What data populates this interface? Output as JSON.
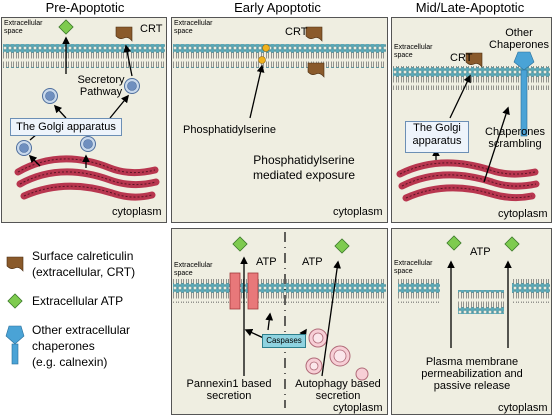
{
  "titles": {
    "pre": "Pre-Apoptotic",
    "early": "Early Apoptotic",
    "mid": "Mid/Late-Apoptotic"
  },
  "panel_pre": {
    "extracellular": [
      "Extracellular",
      "space"
    ],
    "crt": "CRT",
    "secretory": [
      "Secretory",
      "Pathway"
    ],
    "golgi": "The Golgi apparatus",
    "cytoplasm": "cytoplasm"
  },
  "panel_early": {
    "extracellular": [
      "Extracellular",
      "space"
    ],
    "crt": "CRT",
    "ps": "Phosphatidylserine",
    "ps_exposure": [
      "Phosphatidylserine",
      "mediated exposure"
    ],
    "cytoplasm": "cytoplasm"
  },
  "panel_mid": {
    "extracellular": [
      "Extracellular",
      "space"
    ],
    "crt": "CRT",
    "chaperones": [
      "Other",
      "Chaperones"
    ],
    "golgi": [
      "The Golgi",
      "apparatus"
    ],
    "scrambling": [
      "Chaperones",
      "scrambling"
    ],
    "cytoplasm": "cytoplasm"
  },
  "panel_atp1": {
    "extracellular": [
      "Extracellular",
      "space"
    ],
    "atp_left": "ATP",
    "atp_right": "ATP",
    "caspases": "Caspases",
    "pannexin": [
      "Pannexin1 based",
      "secretion"
    ],
    "autophagy": [
      "Autophagy based",
      "secretion"
    ],
    "cytoplasm": "cytoplasm"
  },
  "panel_atp2": {
    "extracellular": [
      "Extracellular",
      "space"
    ],
    "atp": "ATP",
    "permeabilization": [
      "Plasma membrane",
      "permeabilization and",
      "passive release"
    ],
    "cytoplasm": "cytoplasm"
  },
  "legend": {
    "crt": [
      "Surface calreticulin",
      "(extracellular, CRT)"
    ],
    "atp": "Extracellular ATP",
    "chaperones": [
      "Other extracellular",
      "chaperones",
      "(e.g. calnexin)"
    ]
  },
  "colors": {
    "panel_bg": "#efeee1",
    "crt_brown": "#8a5a2b",
    "atp_green": "#7ecb4f",
    "chaperone_blue": "#4aa3d6",
    "golgi_red": "#b8364f",
    "pannexin_red": "#e8787a",
    "ps_yellow": "#f0b21c",
    "lipid_teal": "#5aa9b8"
  }
}
